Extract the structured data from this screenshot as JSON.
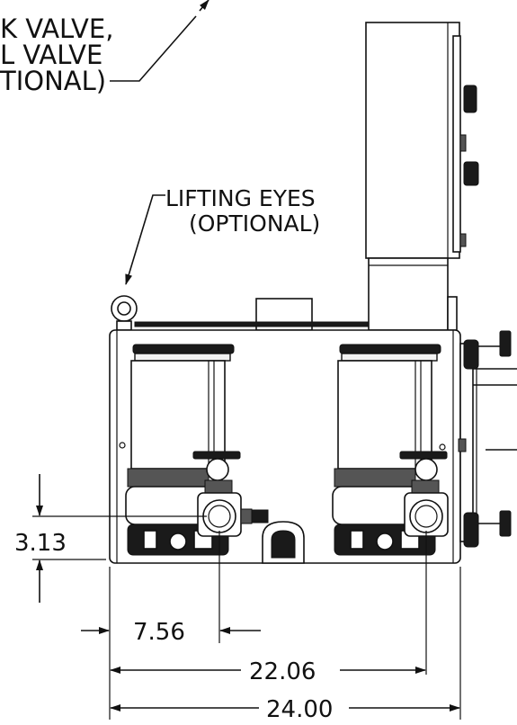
{
  "callouts": {
    "valve_line1": "K VALVE,",
    "valve_line2": "L VALVE",
    "valve_line3": "TIONAL)",
    "lifting_line1": "LIFTING EYES",
    "lifting_line2": "(OPTIONAL)"
  },
  "dimensions": {
    "height_small": "3.13",
    "offset": "7.56",
    "inner_width": "22.06",
    "overall_width": "24.00"
  }
}
